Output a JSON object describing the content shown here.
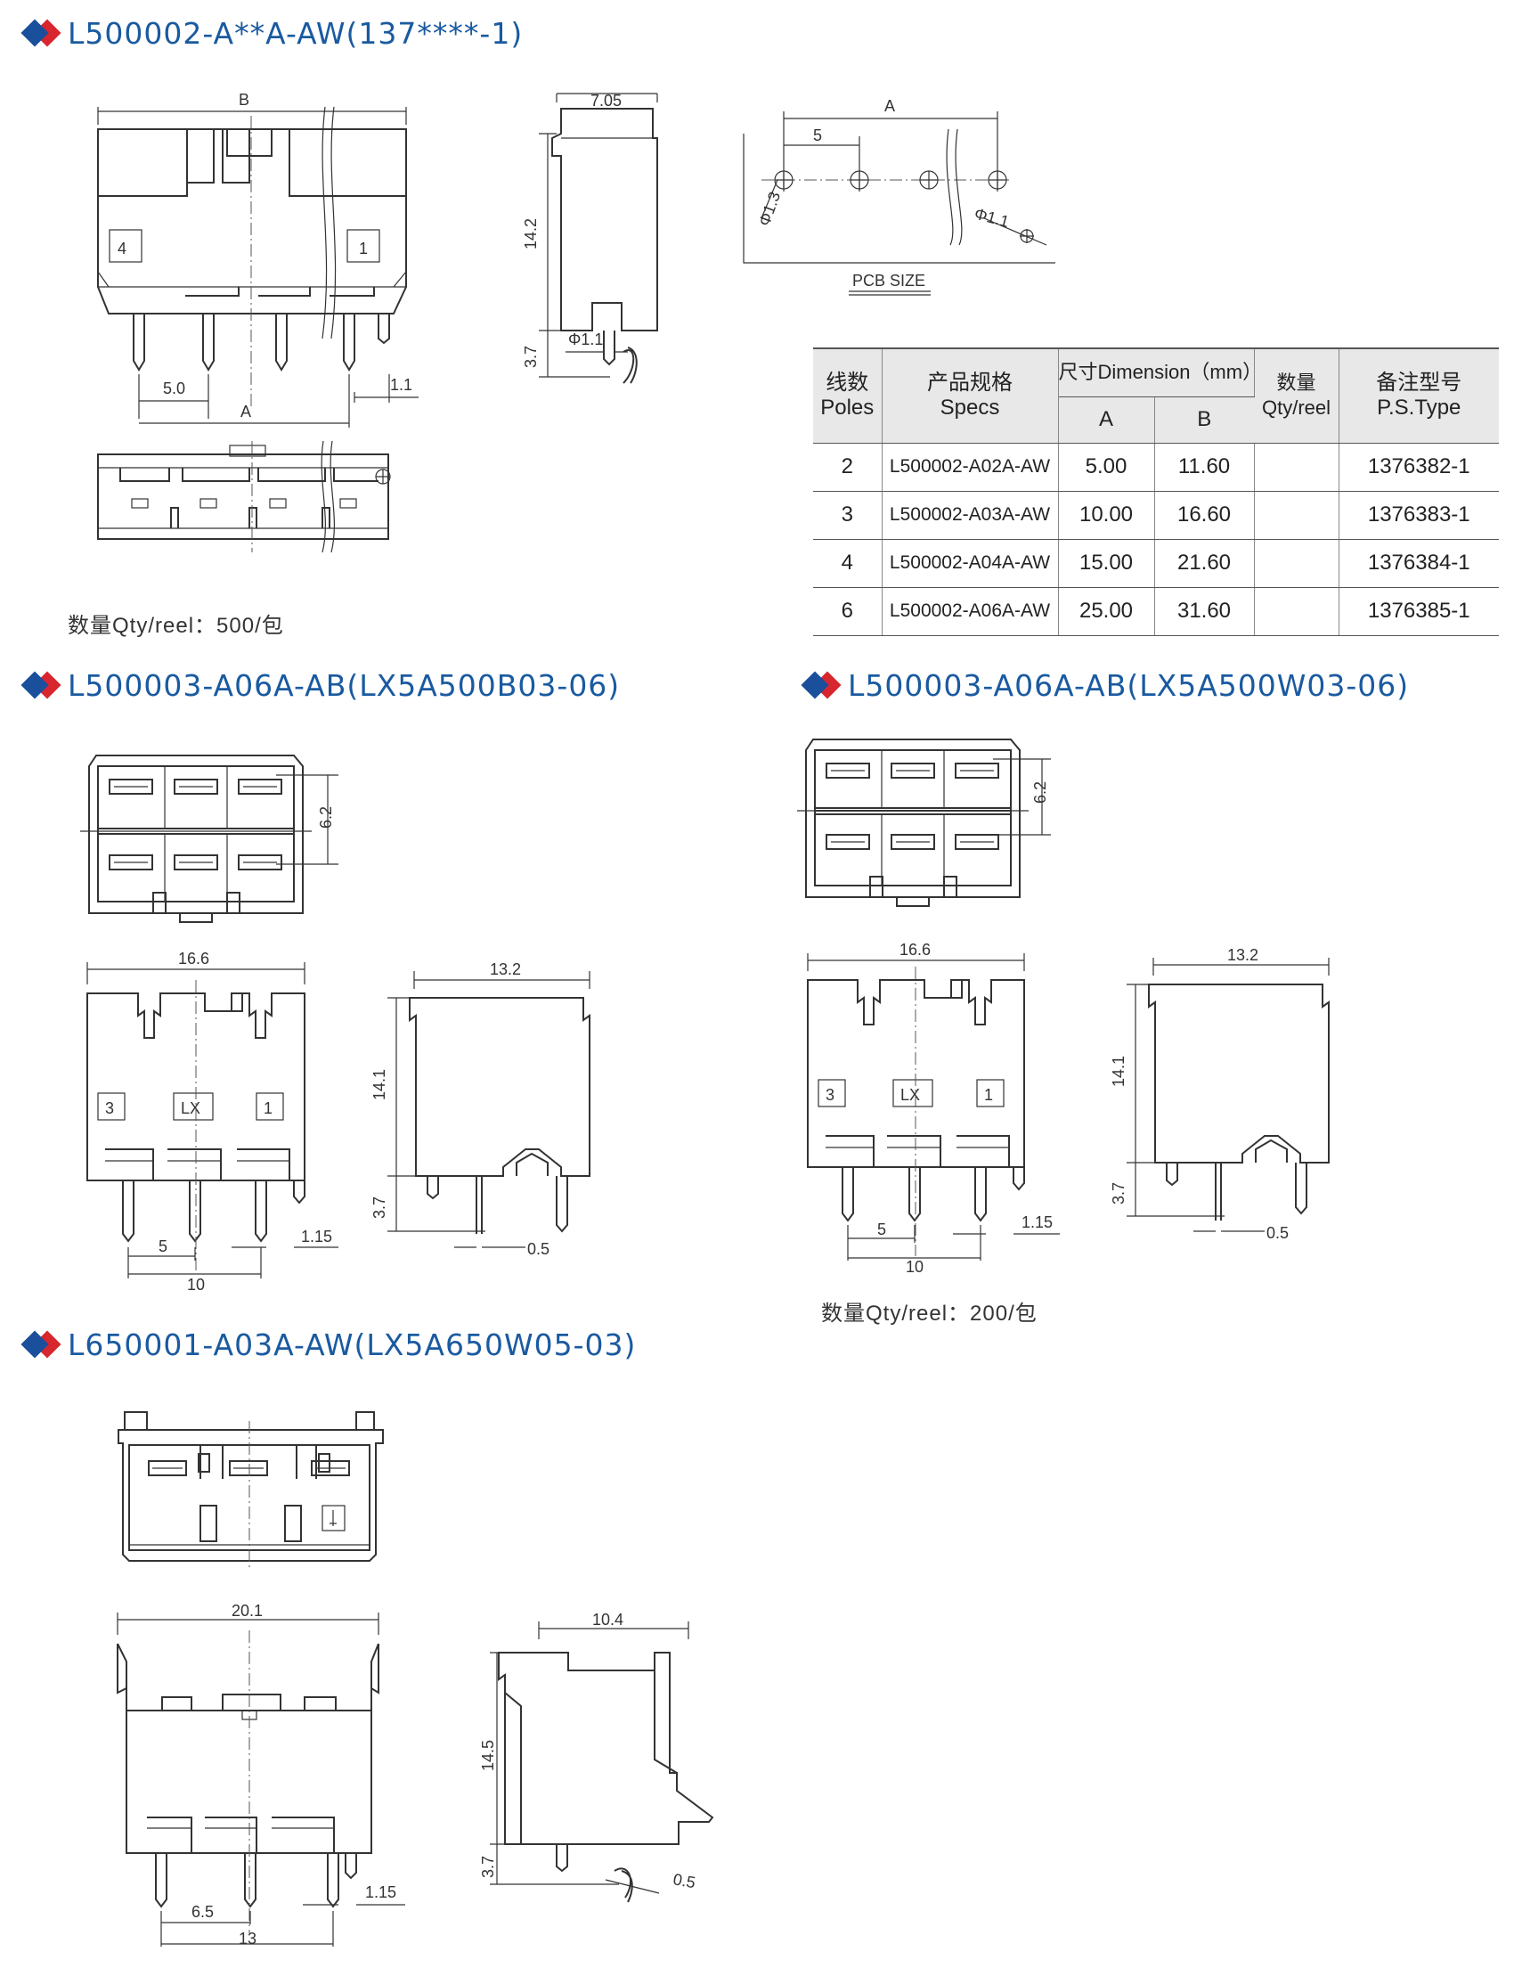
{
  "sections": [
    {
      "title": "L500002-A**A-AW(137****-1)",
      "qty": "数量Qty/reel：500/包"
    },
    {
      "title": "L500003-A06A-AB(LX5A500B03-06)"
    },
    {
      "title": "L500003-A06A-AB(LX5A500W03-06)",
      "qty": "数量Qty/reel：200/包"
    },
    {
      "title": "L650001-A03A-AW(LX5A650W05-03)"
    }
  ],
  "table": {
    "headers": {
      "poles": [
        "线数",
        "Poles"
      ],
      "specs": [
        "产品规格",
        "Specs"
      ],
      "dimension": "尺寸Dimension（mm）",
      "a": "A",
      "b": "B",
      "qty": [
        "数量",
        "Qty/reel"
      ],
      "type": [
        "备注型号",
        "P.S.Type"
      ]
    },
    "rows": [
      {
        "poles": "2",
        "spec": "L500002-A02A-AW",
        "a": "5.00",
        "b": "11.60",
        "qty": "",
        "type": "1376382-1"
      },
      {
        "poles": "3",
        "spec": "L500002-A03A-AW",
        "a": "10.00",
        "b": "16.60",
        "qty": "",
        "type": "1376383-1"
      },
      {
        "poles": "4",
        "spec": "L500002-A04A-AW",
        "a": "15.00",
        "b": "21.60",
        "qty": "",
        "type": "1376384-1"
      },
      {
        "poles": "6",
        "spec": "L500002-A06A-AW",
        "a": "25.00",
        "b": "31.60",
        "qty": "",
        "type": "1376385-1"
      }
    ]
  },
  "labels": {
    "d1": {
      "b": "B",
      "mark4": "4",
      "mark1": "1",
      "p50": "5.0",
      "a": "A",
      "p11": "1.1"
    },
    "d2": {
      "w705": "7.05",
      "h142": "14.2",
      "h37": "3.7",
      "phi11": "Φ1.1"
    },
    "pcb": {
      "a": "A",
      "p5": "5",
      "phi13": "Φ1.3",
      "phi11": "Φ1.1",
      "title": "PCB SIZE"
    },
    "s2": {
      "h62": "6.2",
      "w166": "16.6",
      "m3": "3",
      "mlx": "LX",
      "m1": "1",
      "p5": "5",
      "p115": "1.15",
      "p10": "10",
      "w132": "13.2",
      "h141": "14.1",
      "h37": "3.7",
      "p05": "0.5"
    },
    "s3": {
      "h62": "6.2",
      "w166": "16.6",
      "m3": "3",
      "mlx": "LX",
      "m1": "1",
      "p5": "5",
      "p115": "1.15",
      "p10": "10",
      "w132": "13.2",
      "h141": "14.1",
      "h37": "3.7",
      "p05": "0.5"
    },
    "s4": {
      "w201": "20.1",
      "p65": "6.5",
      "p115": "1.15",
      "p13": "13",
      "w104": "10.4",
      "h145": "14.5",
      "h37": "3.7",
      "p05": "0.5"
    }
  }
}
